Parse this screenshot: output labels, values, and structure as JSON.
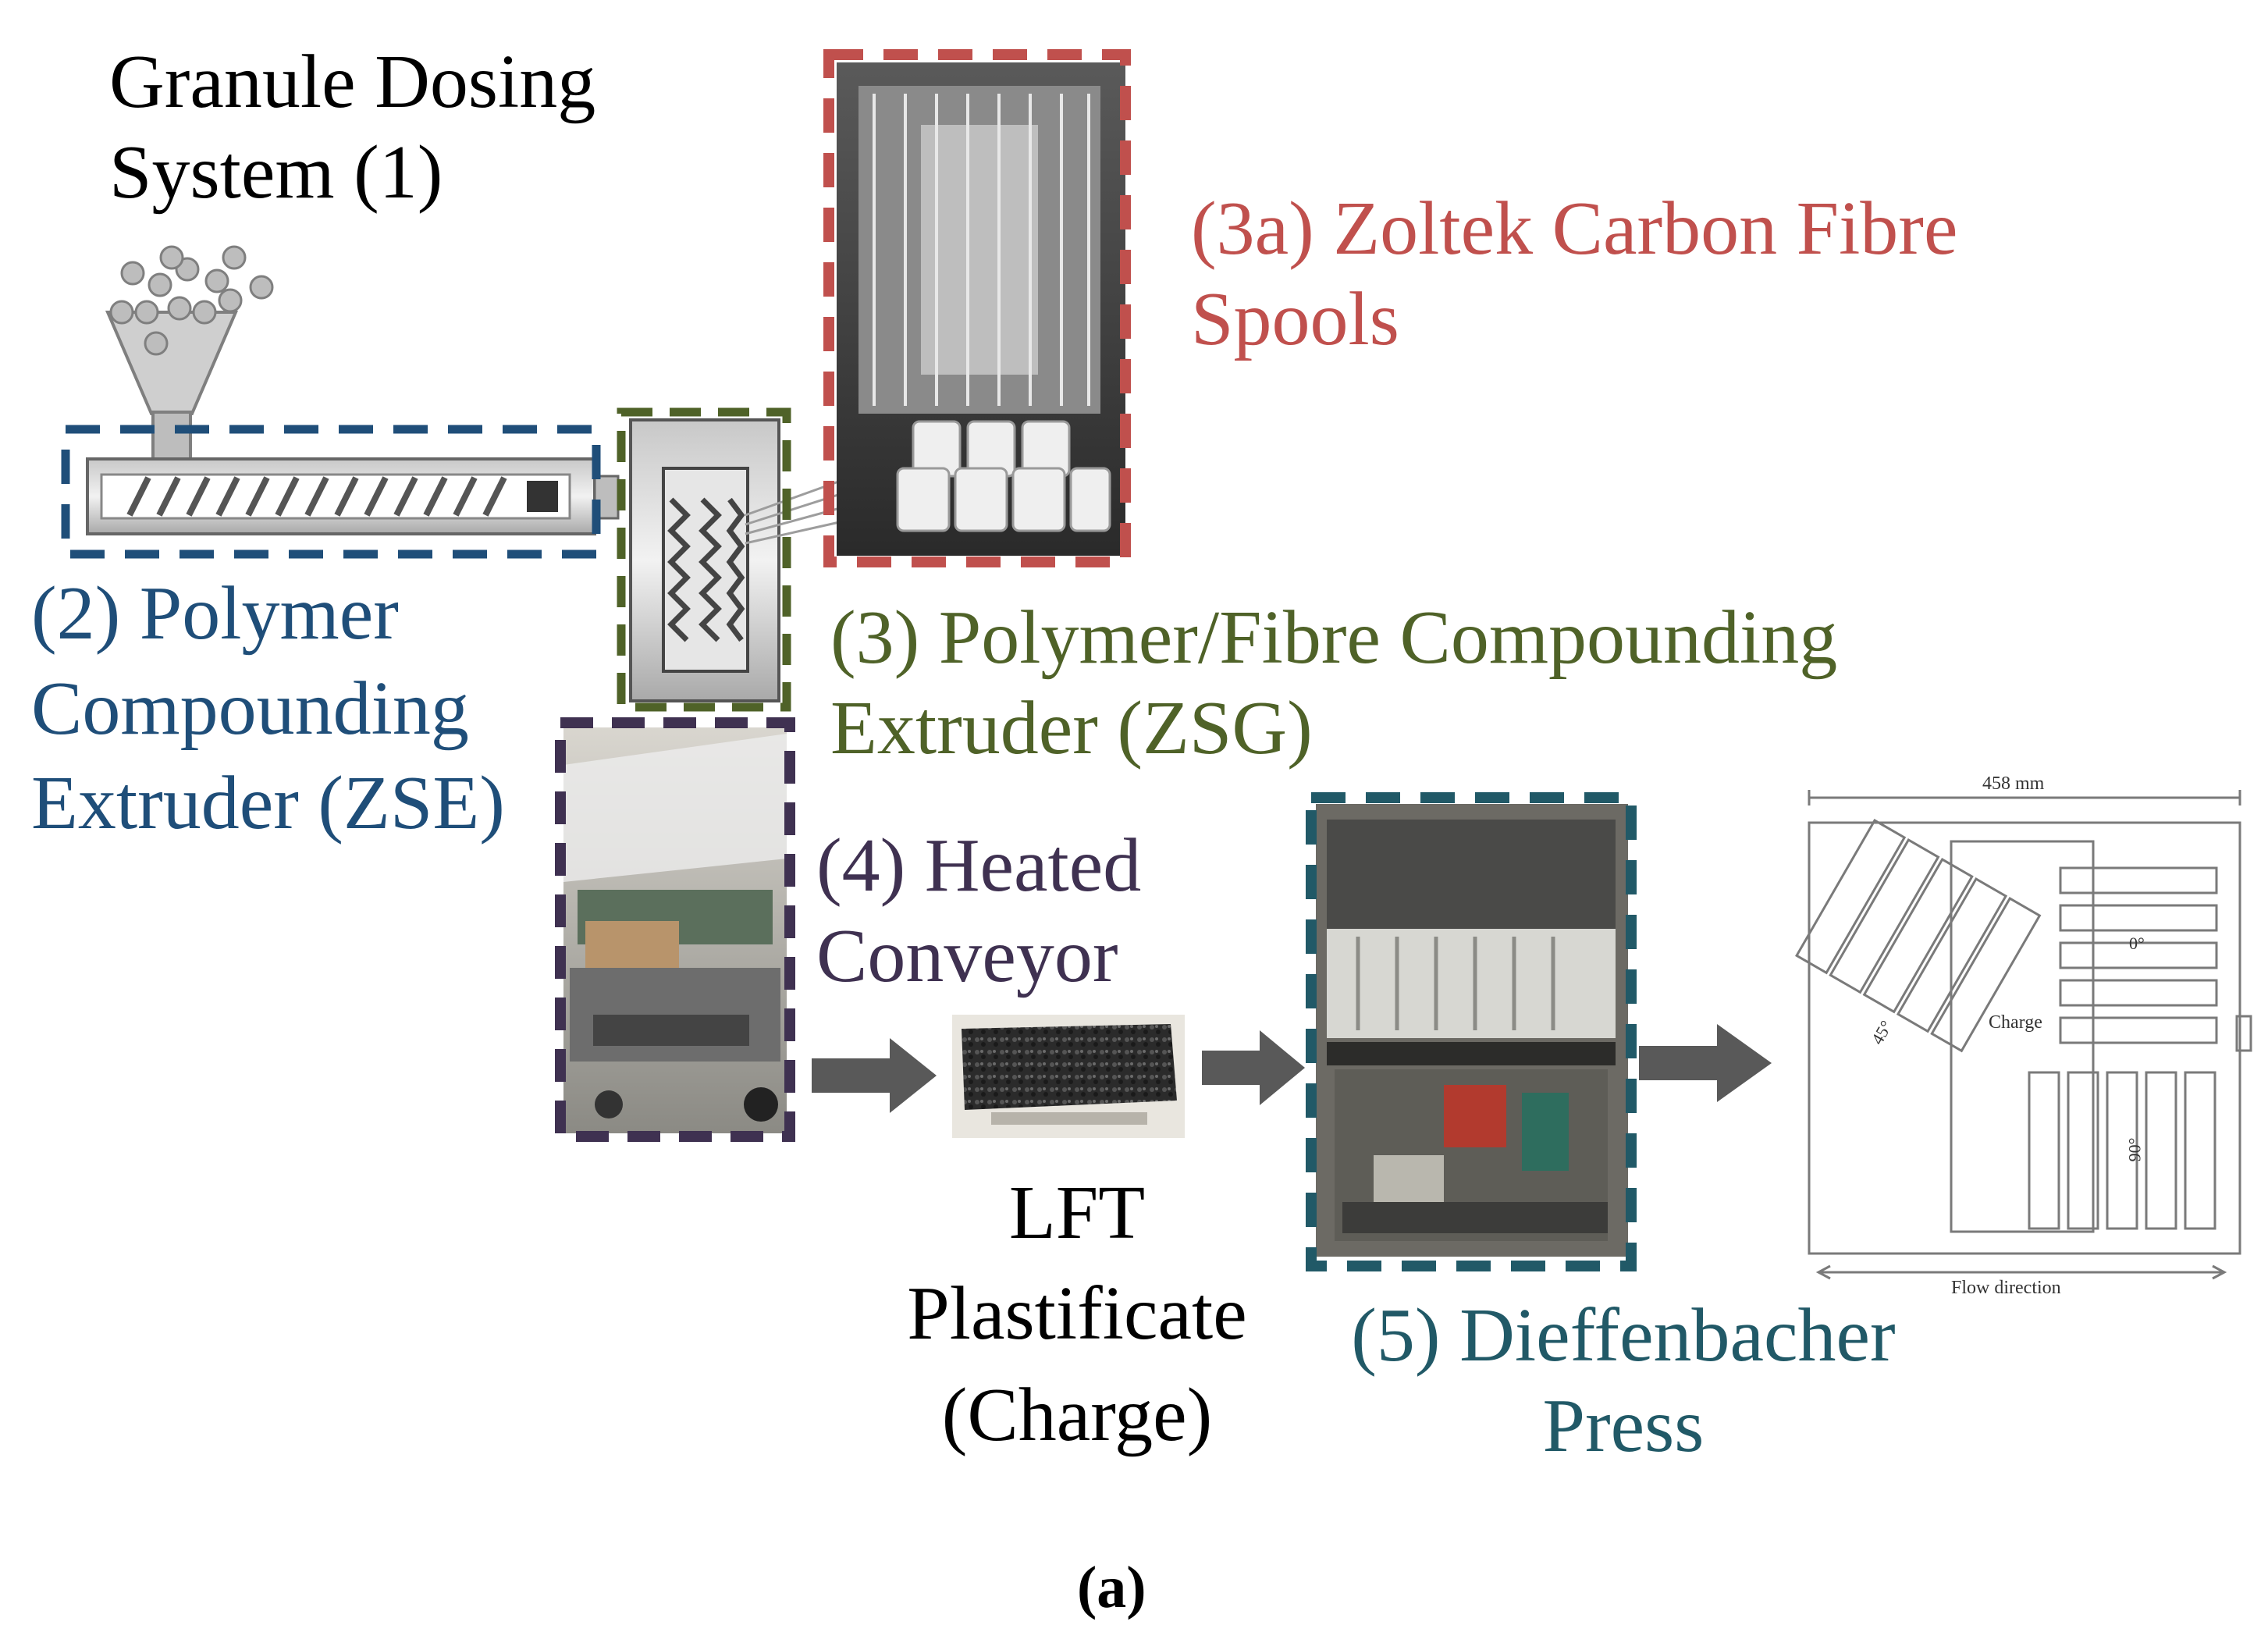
{
  "figure_label": "(a)",
  "colors": {
    "dosing": "#000000",
    "polymer_extruder": "#1f4e79",
    "compounding": "#4f6228",
    "spools": "#c0504d",
    "conveyor": "#3f3151",
    "press": "#215967",
    "arrow": "#595959"
  },
  "labels": {
    "dosing": [
      "Granule  Dosing",
      "System (1)"
    ],
    "spools": [
      "(3a) Zoltek Carbon  Fibre",
      "Spools"
    ],
    "polymer_extruder": [
      "(2) Polymer",
      "Compounding",
      "Extruder  (ZSE)"
    ],
    "compounding": [
      "(3) Polymer/Fibre  Compounding",
      "Extruder (ZSG)"
    ],
    "conveyor": [
      "(4) Heated",
      "Conveyor"
    ],
    "charge": [
      "LFT",
      "Plastificate",
      "(Charge)"
    ],
    "press": [
      "(5) Dieffenbacher",
      "Press"
    ]
  },
  "plate_drawing": {
    "width_label": "458 mm",
    "charge_label": "Charge",
    "zero_label": "0°",
    "fortyfive_label": "45°",
    "ninety_label": "90°",
    "flow_label": "Flow direction"
  }
}
